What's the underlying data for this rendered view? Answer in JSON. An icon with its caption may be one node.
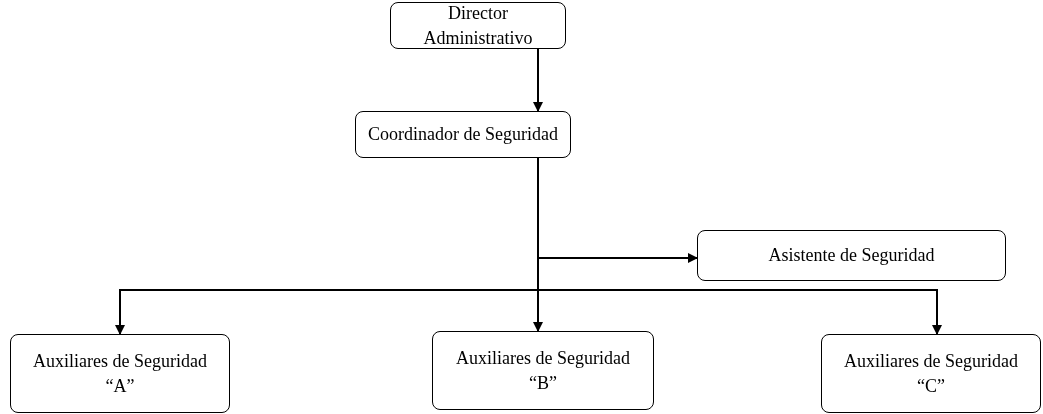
{
  "diagram": {
    "nodes": [
      {
        "text": [
          "Director Administrativo"
        ]
      },
      {
        "text": [
          "Coordinador de Seguridad"
        ]
      },
      {
        "text": [
          "Asistente de Seguridad"
        ]
      },
      {
        "text": [
          "Auxiliares de Seguridad “A”"
        ]
      },
      {
        "text": [
          "Auxiliares de Seguridad “B”"
        ]
      },
      {
        "text": [
          "Auxiliares de Seguridad “C”"
        ]
      }
    ],
    "edges": [
      {
        "from": 0,
        "to": 1,
        "arrow": "to"
      },
      {
        "from": 1,
        "to": 2,
        "arrow": "to"
      },
      {
        "from": 1,
        "to": 3,
        "arrow": "to"
      },
      {
        "from": 1,
        "to": 4,
        "arrow": "to"
      },
      {
        "from": 1,
        "to": 5,
        "arrow": "to"
      }
    ]
  }
}
